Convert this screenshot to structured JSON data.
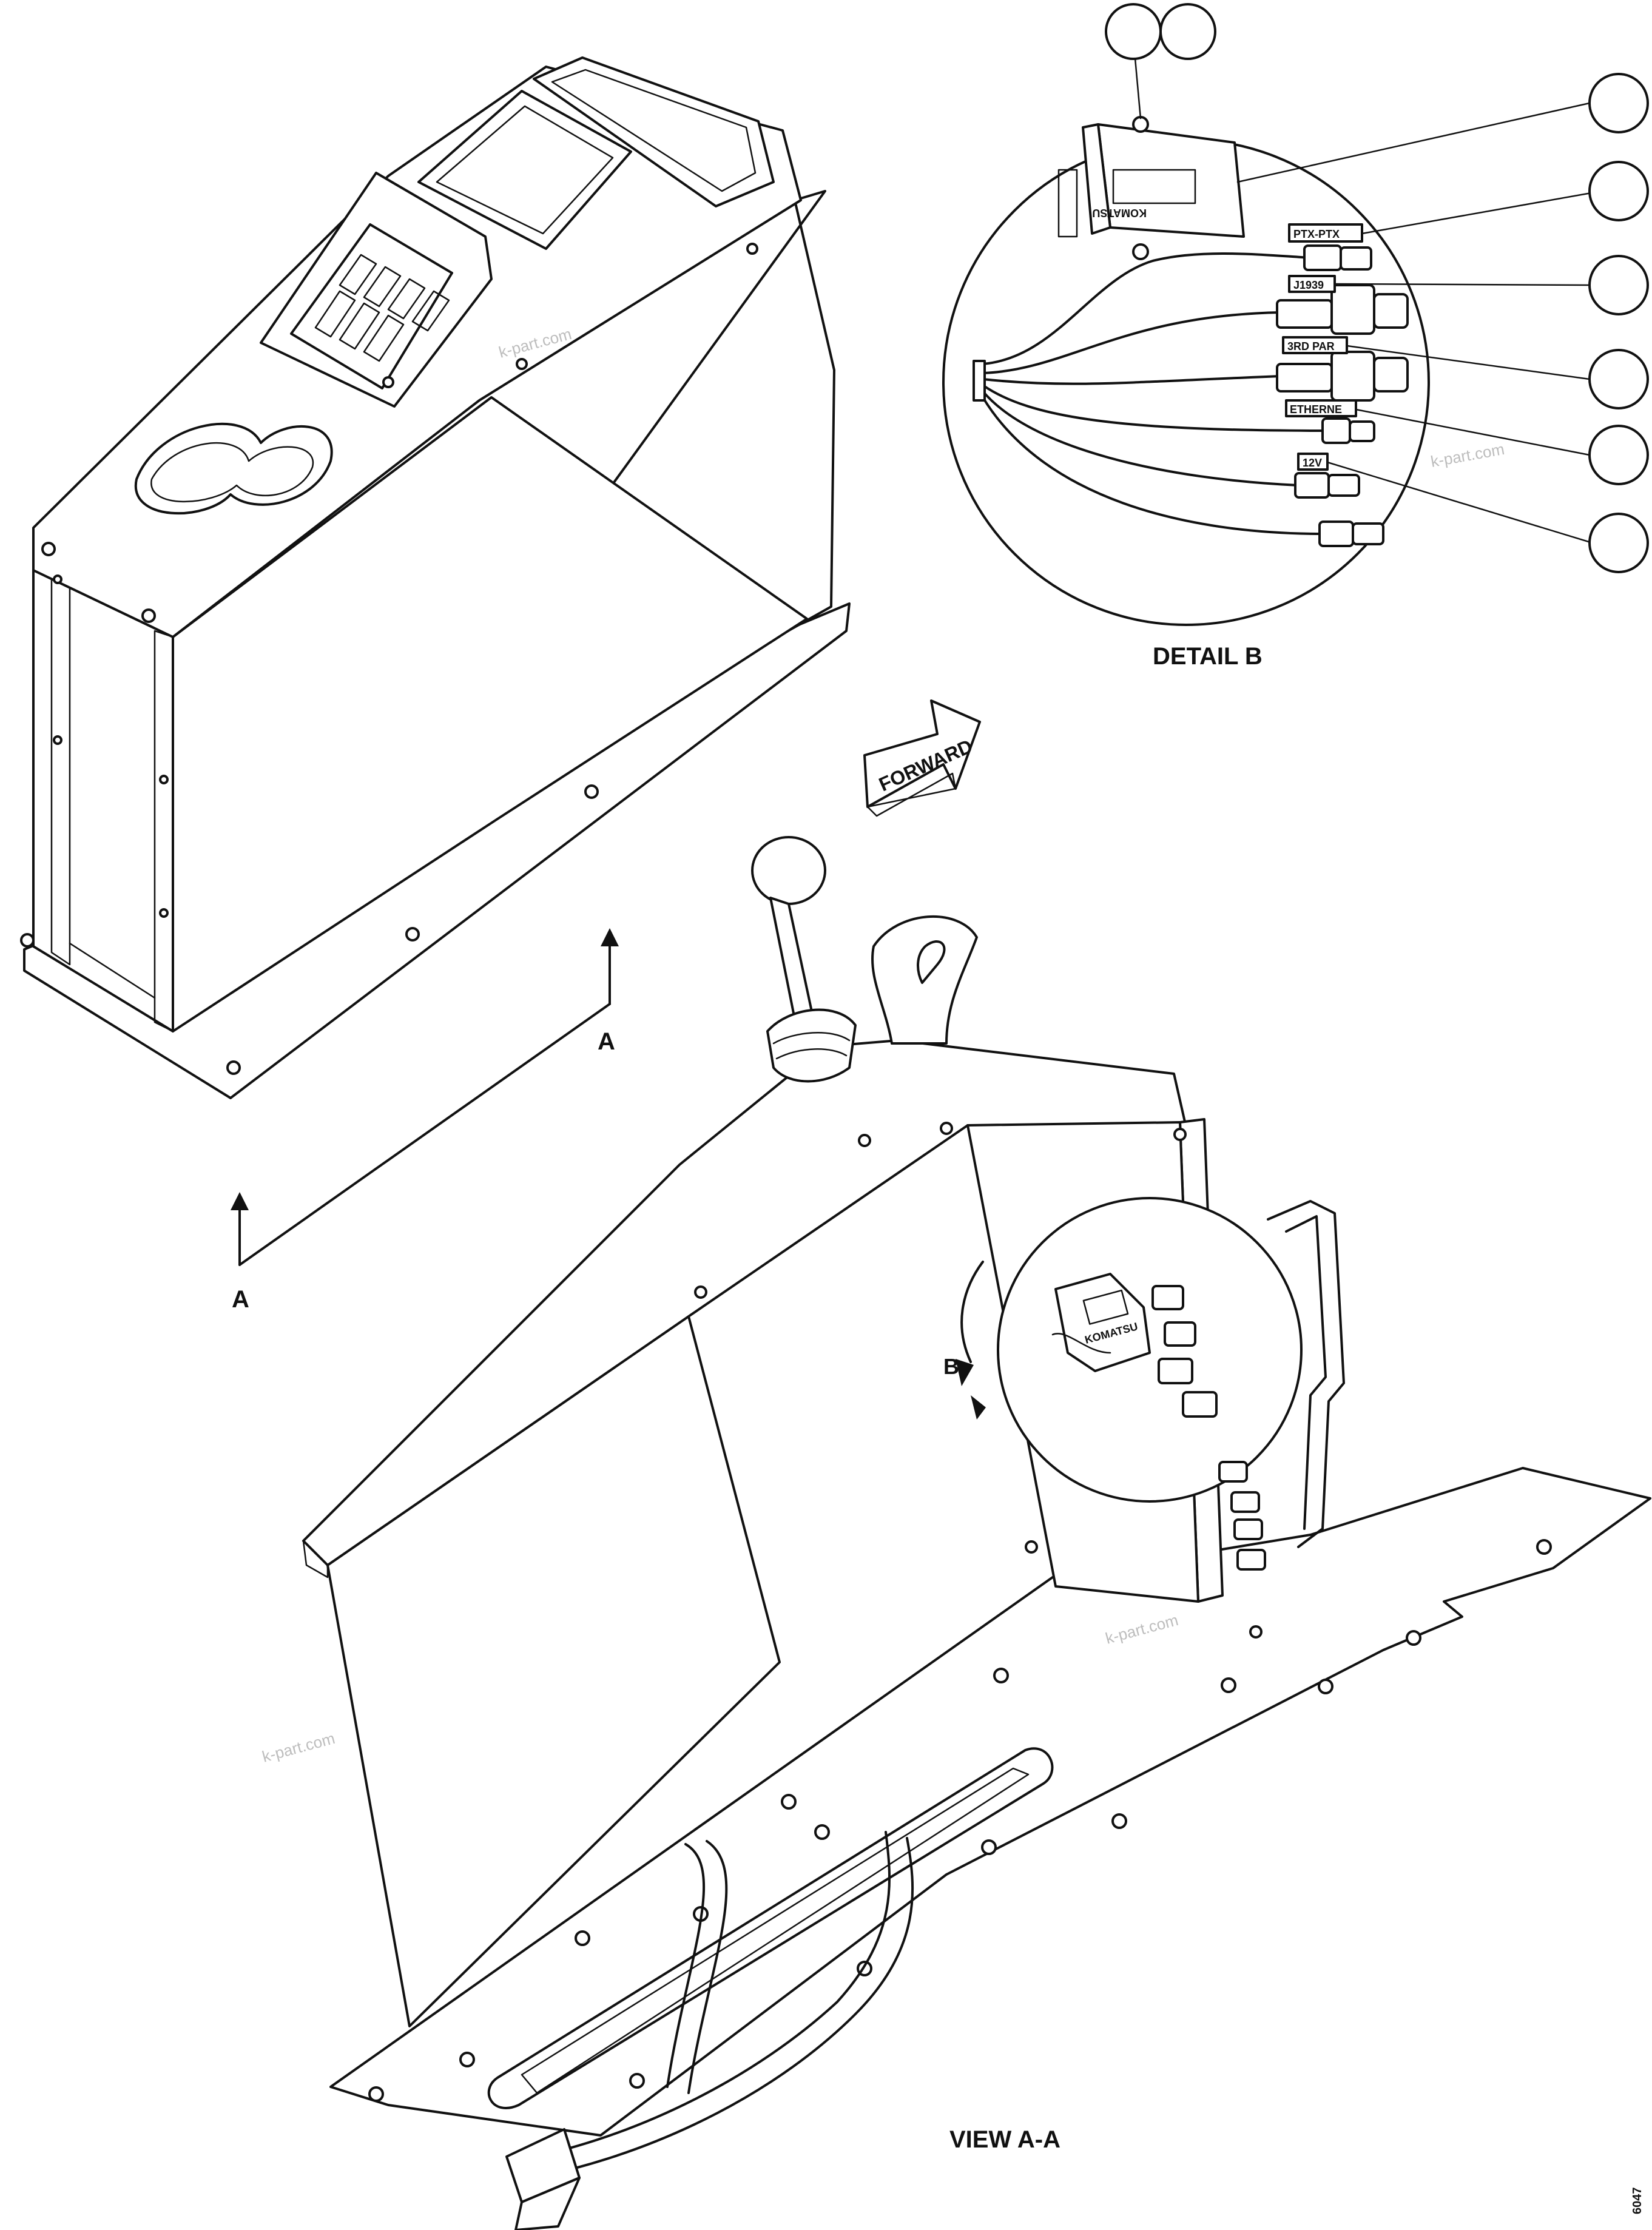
{
  "labels": {
    "detail": "DETAIL B",
    "view": "VIEW A-A",
    "forward": "FORWARD",
    "section_mark": "A",
    "detail_mark": "B",
    "figure_code": "6047"
  },
  "connector_tags": [
    "PTX-PTX",
    "J1939",
    "3RD PAR",
    "ETHERNE",
    "12V"
  ],
  "module_brand": "KOMATSU",
  "watermark": "k-part.com",
  "callout_count": 8
}
